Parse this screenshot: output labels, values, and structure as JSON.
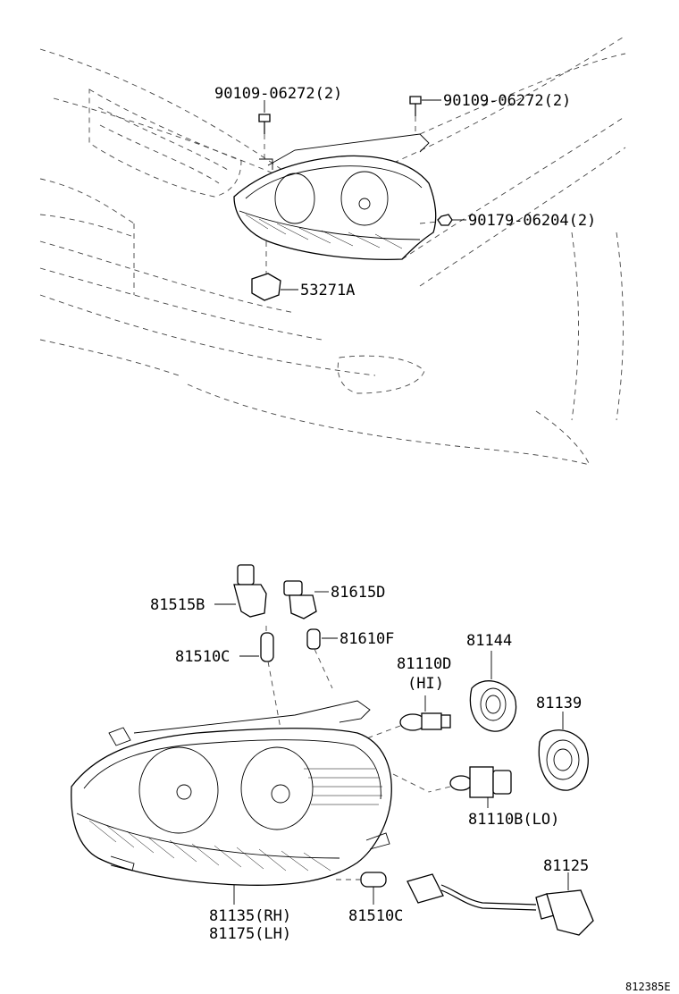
{
  "diagram_id": "812385E",
  "callouts": {
    "bolt_left": "90109-06272(2)",
    "bolt_right": "90109-06272(2)",
    "nut": "90179-06204(2)",
    "clip": "53271A",
    "socket_81515b": "81515B",
    "socket_81615d": "81615D",
    "bulb_81510c_top": "81510C",
    "bulb_81610f": "81610F",
    "bulb_hi": "81110D",
    "bulb_hi_note": "(HI)",
    "cover_81144": "81144",
    "cover_81139": "81139",
    "bulb_lo": "81110B(LO)",
    "harness": "81125",
    "bulb_81510c_bottom": "81510C",
    "unit_rh": "81135(RH)",
    "unit_lh": "81175(LH)"
  }
}
